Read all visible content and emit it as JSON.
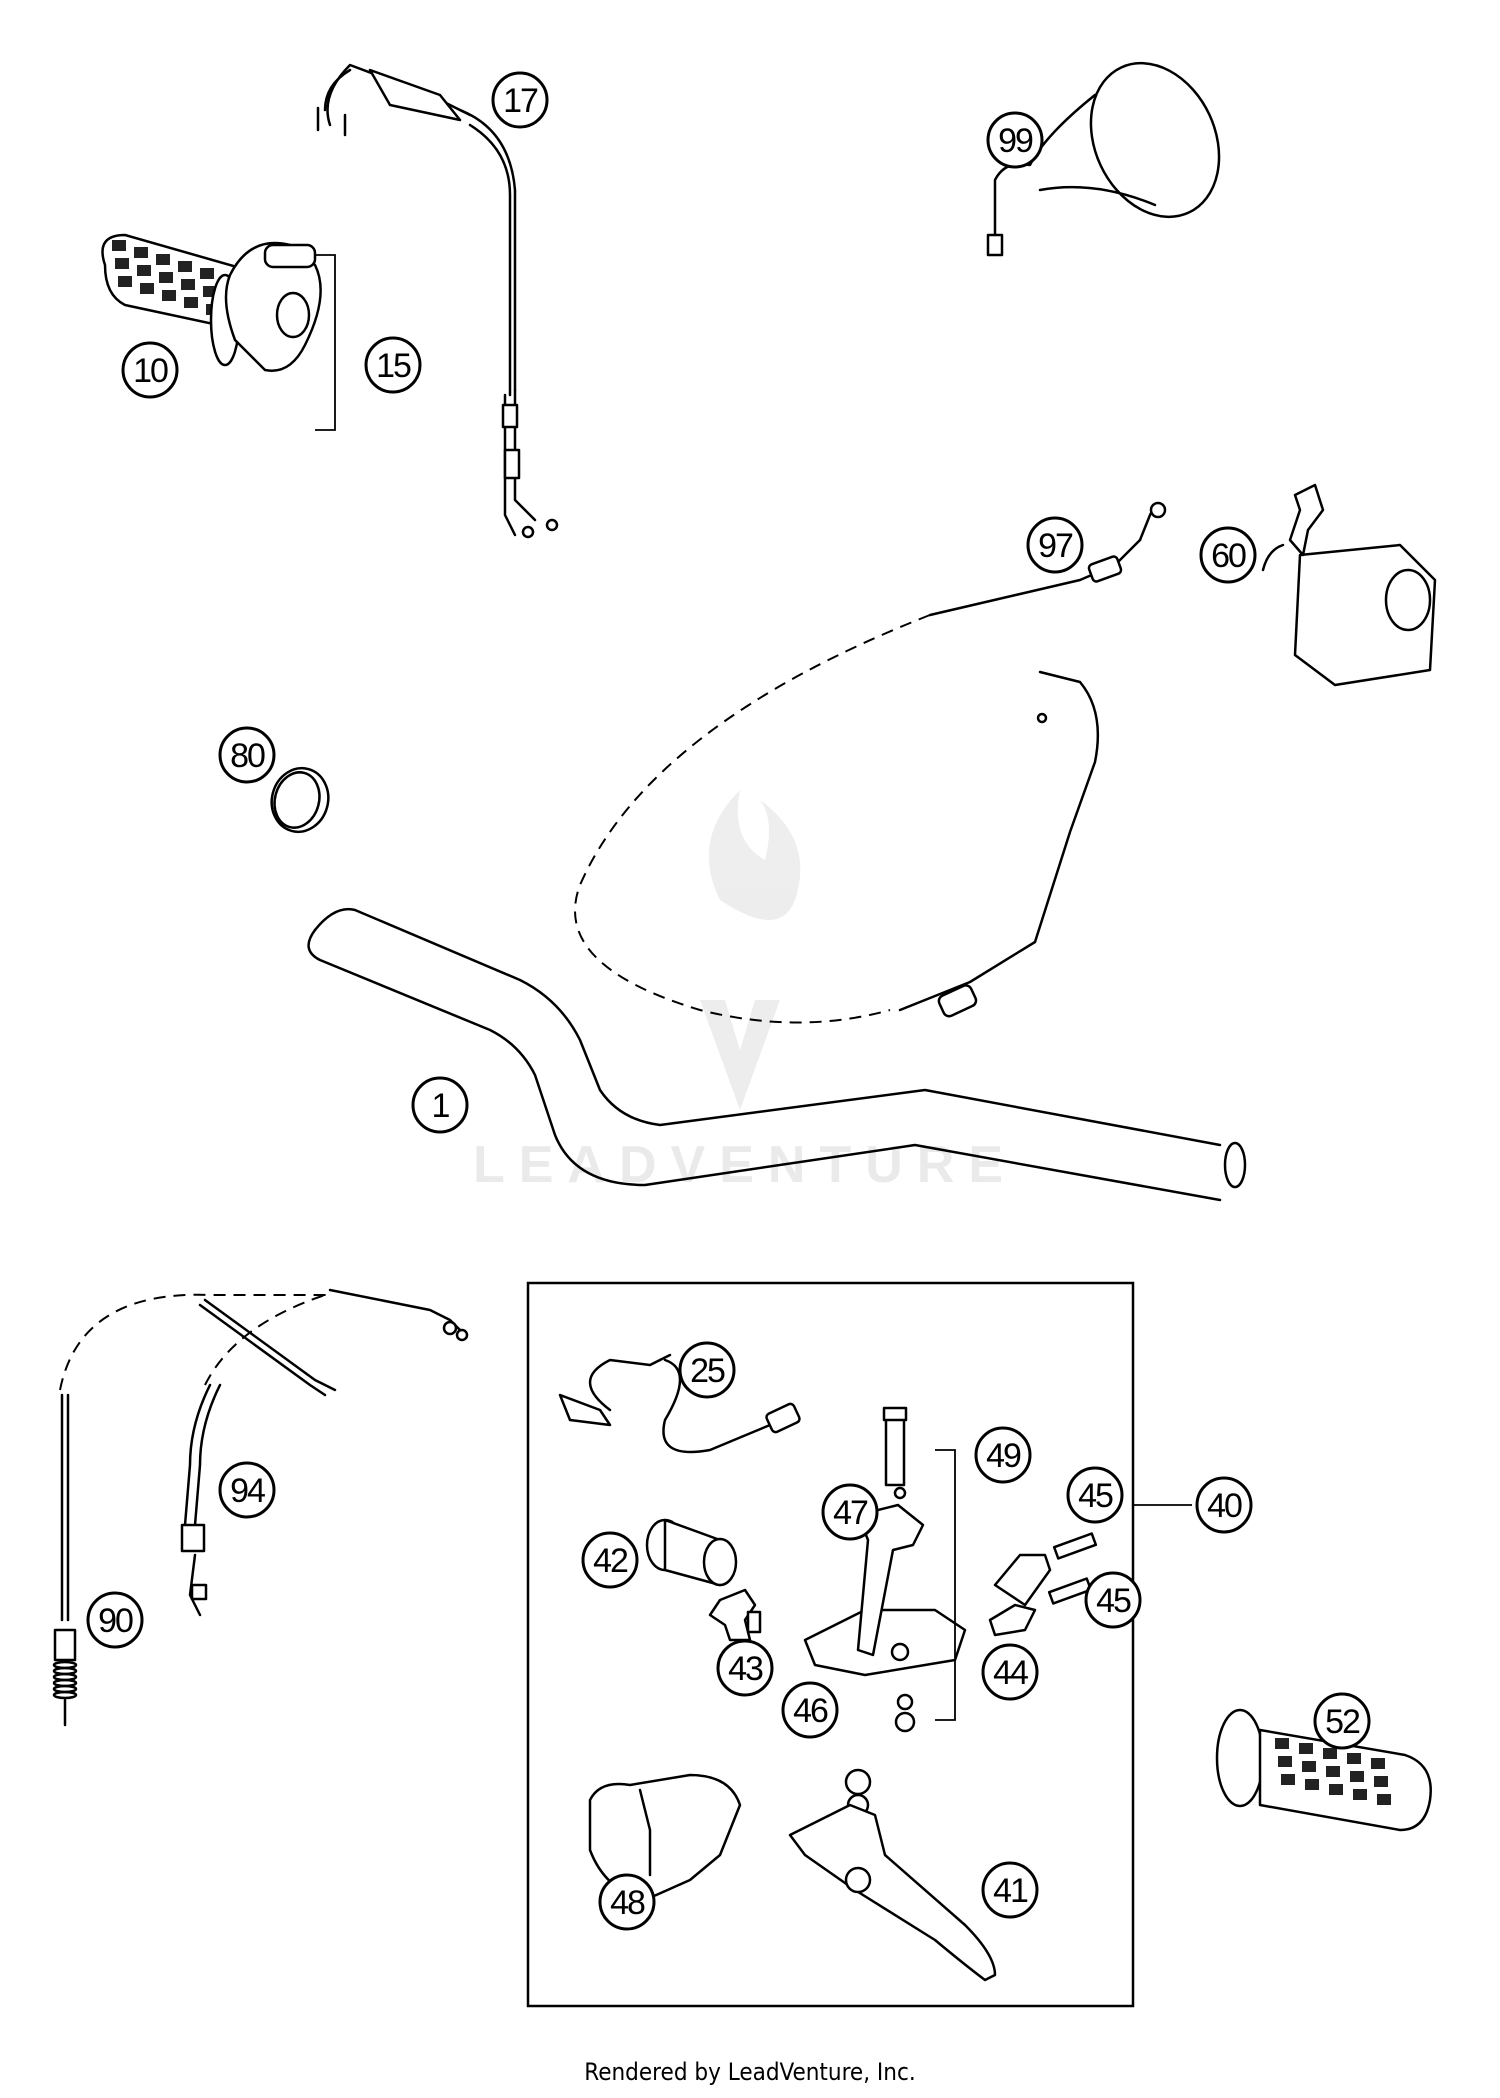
{
  "watermark": {
    "text": "LEADVENTURE"
  },
  "footer": {
    "text": "Rendered by LeadVenture, Inc."
  },
  "callouts": [
    {
      "id": "17",
      "label": "17"
    },
    {
      "id": "99",
      "label": "99"
    },
    {
      "id": "10",
      "label": "10"
    },
    {
      "id": "15",
      "label": "15"
    },
    {
      "id": "97",
      "label": "97"
    },
    {
      "id": "60",
      "label": "60"
    },
    {
      "id": "80",
      "label": "80"
    },
    {
      "id": "1",
      "label": "1"
    },
    {
      "id": "25",
      "label": "25"
    },
    {
      "id": "49",
      "label": "49"
    },
    {
      "id": "47",
      "label": "47"
    },
    {
      "id": "45a",
      "label": "45"
    },
    {
      "id": "40",
      "label": "40"
    },
    {
      "id": "42",
      "label": "42"
    },
    {
      "id": "45b",
      "label": "45"
    },
    {
      "id": "94",
      "label": "94"
    },
    {
      "id": "43",
      "label": "43"
    },
    {
      "id": "44",
      "label": "44"
    },
    {
      "id": "90",
      "label": "90"
    },
    {
      "id": "46",
      "label": "46"
    },
    {
      "id": "52",
      "label": "52"
    },
    {
      "id": "48",
      "label": "48"
    },
    {
      "id": "41",
      "label": "41"
    }
  ]
}
